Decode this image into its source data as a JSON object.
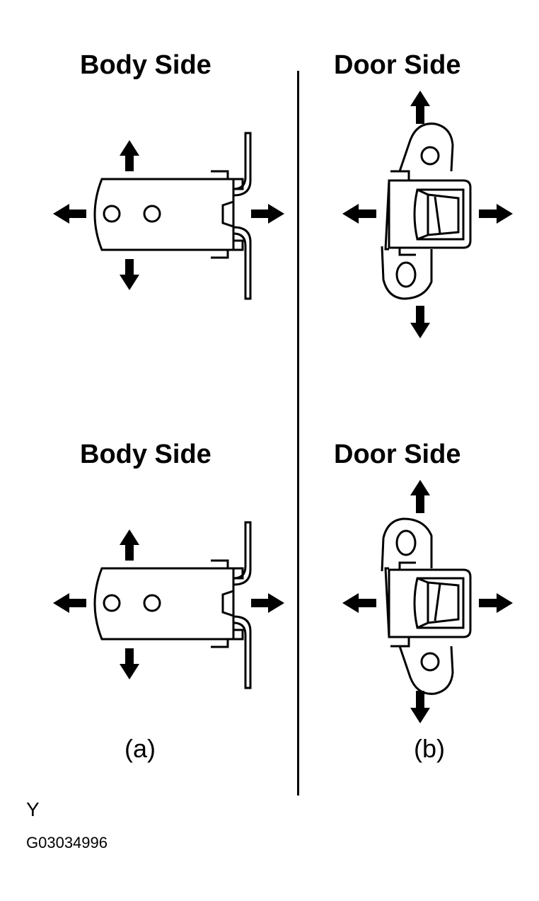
{
  "panels": {
    "top_left_title": "Body Side",
    "top_right_title": "Door Side",
    "bottom_left_title": "Body Side",
    "bottom_right_title": "Door Side"
  },
  "captions": {
    "a": "(a)",
    "b": "(b)"
  },
  "footer": {
    "mark": "Y",
    "code": "G03034996"
  },
  "icons": {
    "arrow": "move-arrow-icon",
    "body_hinge": "body-side-hinge-drawing",
    "door_hinge": "door-side-hinge-drawing"
  }
}
